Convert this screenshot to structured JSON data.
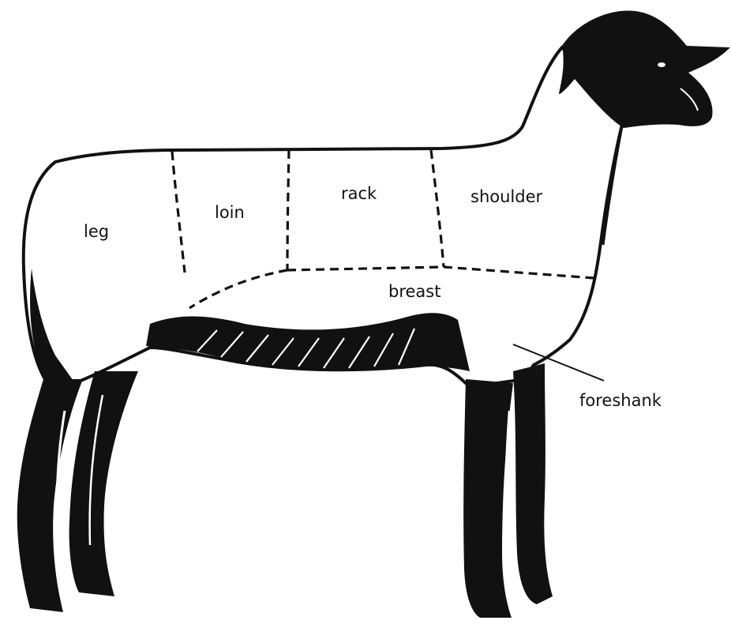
{
  "diagram": {
    "labels": {
      "leg": "leg",
      "loin": "loin",
      "rack": "rack",
      "shoulder": "shoulder",
      "breast": "breast",
      "foreshank": "foreshank"
    },
    "colors": {
      "ink": "#111111",
      "background": "#ffffff"
    }
  }
}
